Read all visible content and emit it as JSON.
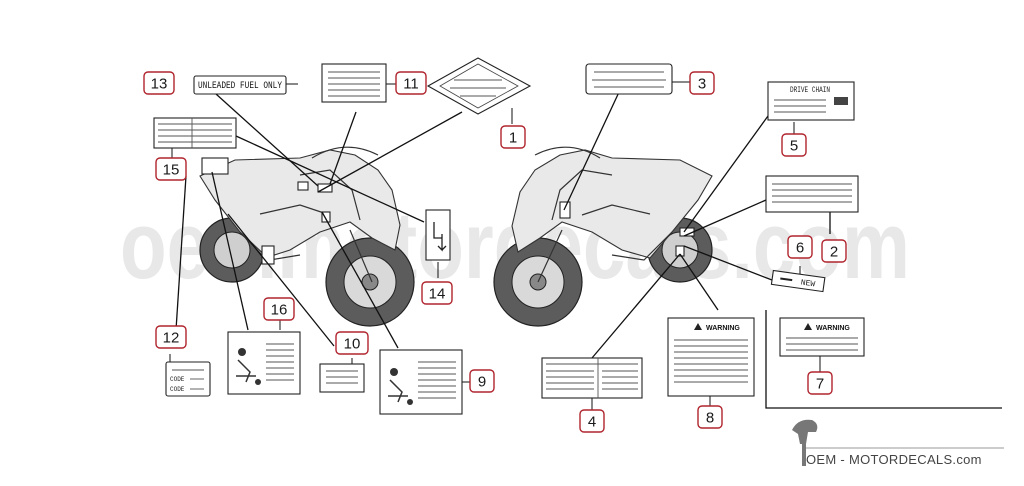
{
  "callouts": [
    {
      "n": "1"
    },
    {
      "n": "2"
    },
    {
      "n": "3"
    },
    {
      "n": "4"
    },
    {
      "n": "5"
    },
    {
      "n": "6"
    },
    {
      "n": "7"
    },
    {
      "n": "8"
    },
    {
      "n": "9"
    },
    {
      "n": "10"
    },
    {
      "n": "11"
    },
    {
      "n": "12"
    },
    {
      "n": "13"
    },
    {
      "n": "14"
    },
    {
      "n": "15"
    },
    {
      "n": "16"
    }
  ],
  "labels": {
    "fuel": "UNLEADED FUEL ONLY",
    "drive_chain": "DRIVE CHAIN",
    "warning": "WARNING",
    "new": "NEW",
    "code_a": "CODE",
    "code_b": "CODE"
  },
  "watermark": "oemmotordecals.com",
  "footer": "OEM - MOTORDECALS.com",
  "colors": {
    "callout_border": "#b0242e",
    "watermark": "#d6d6d6"
  },
  "icons": [
    "logo-icon",
    "warning-triangle-icon"
  ]
}
